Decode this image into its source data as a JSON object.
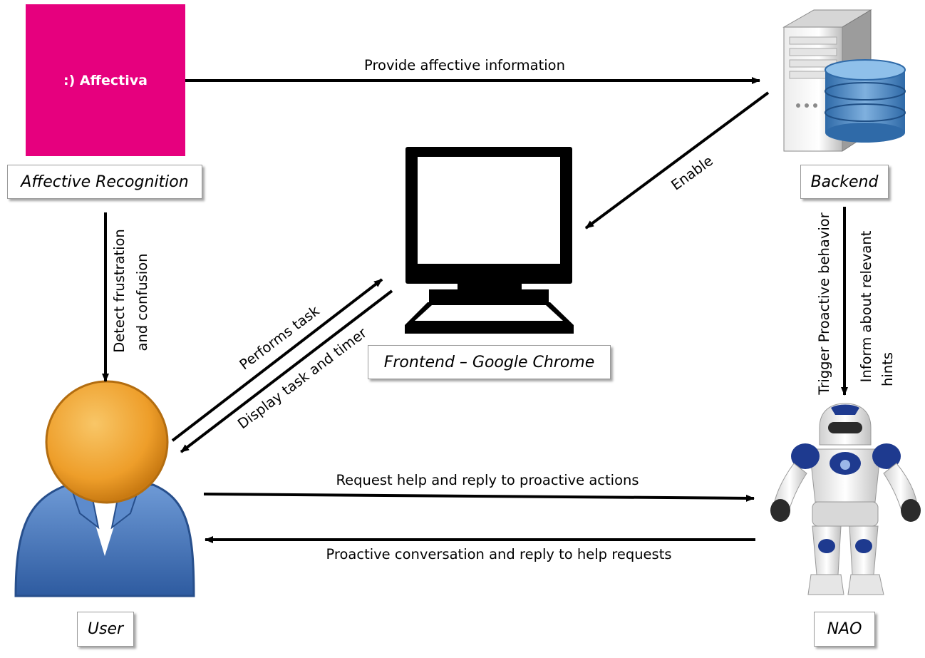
{
  "logo": {
    "text": ":) Affectiva",
    "color": "#E6007E"
  },
  "nodes": {
    "affective_recognition": "Affective Recognition",
    "backend": "Backend",
    "frontend": "Frontend – Google Chrome",
    "user": "User",
    "nao": "NAO"
  },
  "edges": {
    "provide_affective": "Provide affective information",
    "enable": "Enable",
    "detect_line1": "Detect frustration",
    "detect_line2": "and confusion",
    "trigger": "Trigger Proactive behavior",
    "inform_line1": "Inform about relevant",
    "inform_line2": "hints",
    "performs_task": "Performs task",
    "display_task": "Display task and timer",
    "request_help": "Request help and reply to proactive actions",
    "proactive_conversation": "Proactive conversation and reply to help requests"
  },
  "colors": {
    "user_head": "#F0A22E",
    "user_body": "#3F6FB5",
    "database": "#4D86BF",
    "robot_accent": "#1E3A8F",
    "arrow": "#000000"
  },
  "icons": [
    "monitor-icon",
    "server-database-icon",
    "user-icon",
    "robot-icon",
    "affectiva-logo"
  ]
}
